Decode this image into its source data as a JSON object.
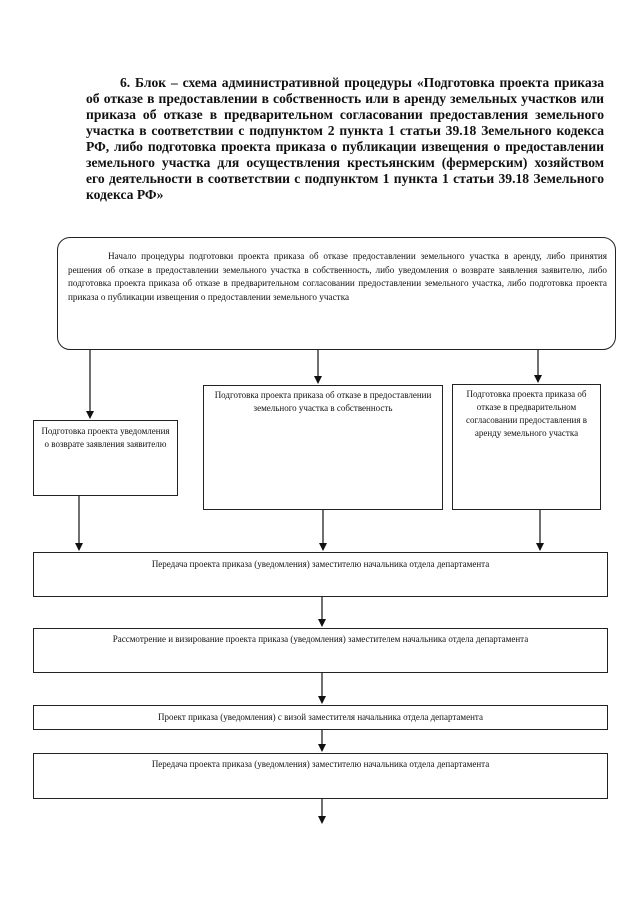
{
  "diagram": {
    "title": "6. Блок – схема административной процедуры «Подготовка проекта приказа об отказе в предоставлении в собственность или в аренду земельных участков или приказа об отказе в предварительном согласовании предоставления земельного участка в соответствии с подпунктом 2 пункта 1 статьи 39.18 Земельного кодекса РФ, либо подготовка проекта приказа о публикации извещения о предоставлении земельного участка для осуществления крестьянским (фермерским) хозяйством его деятельности в соответствии с подпунктом 1 пункта 1 статьи 39.18 Земельного кодекса РФ»",
    "start": "Начало процедуры подготовки проекта приказа об отказе предоставлении земельного участка в аренду, либо принятия решения об отказе в предоставлении земельного участка в собственность, либо уведомления о возврате заявления заявителю, либо подготовка проекта приказа об отказе в предварительном согласовании предоставлении земельного участка, либо подготовка проекта приказа о публикации извещения о предоставлении земельного участка",
    "branch_return": "Подготовка проекта уведомления о возврате заявления заявителю",
    "branch_ownership": "Подготовка проекта приказа об отказе в предоставлении земельного участка в собственность",
    "branch_preliminary": "Подготовка проекта приказа об отказе в предварительном согласовании предоставления в аренду земельного участка",
    "step_transfer": "Передача проекта приказа (уведомления) заместителю начальника отдела департамента",
    "step_review": "Рассмотрение и визирование проекта приказа (уведомления) заместителем начальника отдела департамента",
    "step_visa": "Проект приказа (уведомления) с визой заместителя начальника отдела департамента",
    "step_transfer_2": "Передача проекта приказа (уведомления) заместителю начальника отдела департамента"
  }
}
